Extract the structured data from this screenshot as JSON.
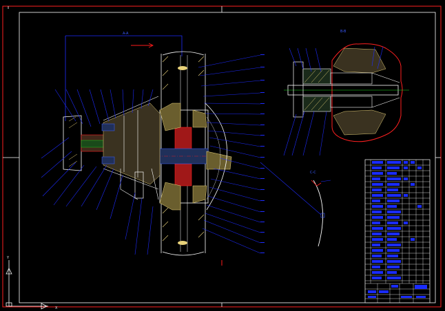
{
  "drawing": {
    "colors": {
      "background": "#000000",
      "border": "#ff2020",
      "outline": "#ffffff",
      "leader": "#1e2cff",
      "hatch": "#e8d27a",
      "accent": "#ff1a1a",
      "center_line": "#20e020",
      "titleblock_fill": "#1a2cff"
    },
    "section_labels": {
      "main_view": "A-A",
      "detail_view": "B-B",
      "small_view": "C-C"
    },
    "ucs": {
      "x_label": "X",
      "y_label": "Y"
    }
  }
}
